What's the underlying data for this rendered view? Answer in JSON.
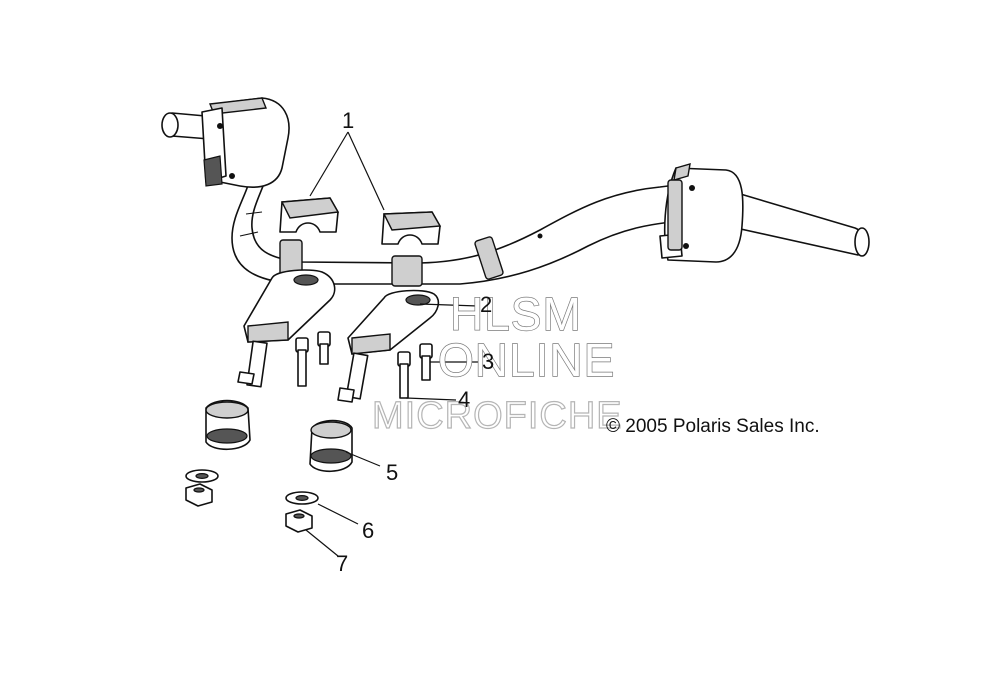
{
  "diagram": {
    "callouts": [
      "1",
      "2",
      "3",
      "4",
      "5",
      "6",
      "7"
    ],
    "copyright": "© 2005 Polaris Sales Inc."
  },
  "watermark": {
    "line1": "HLSM",
    "line2": "ONLINE",
    "line3": "MICROFICHE"
  }
}
